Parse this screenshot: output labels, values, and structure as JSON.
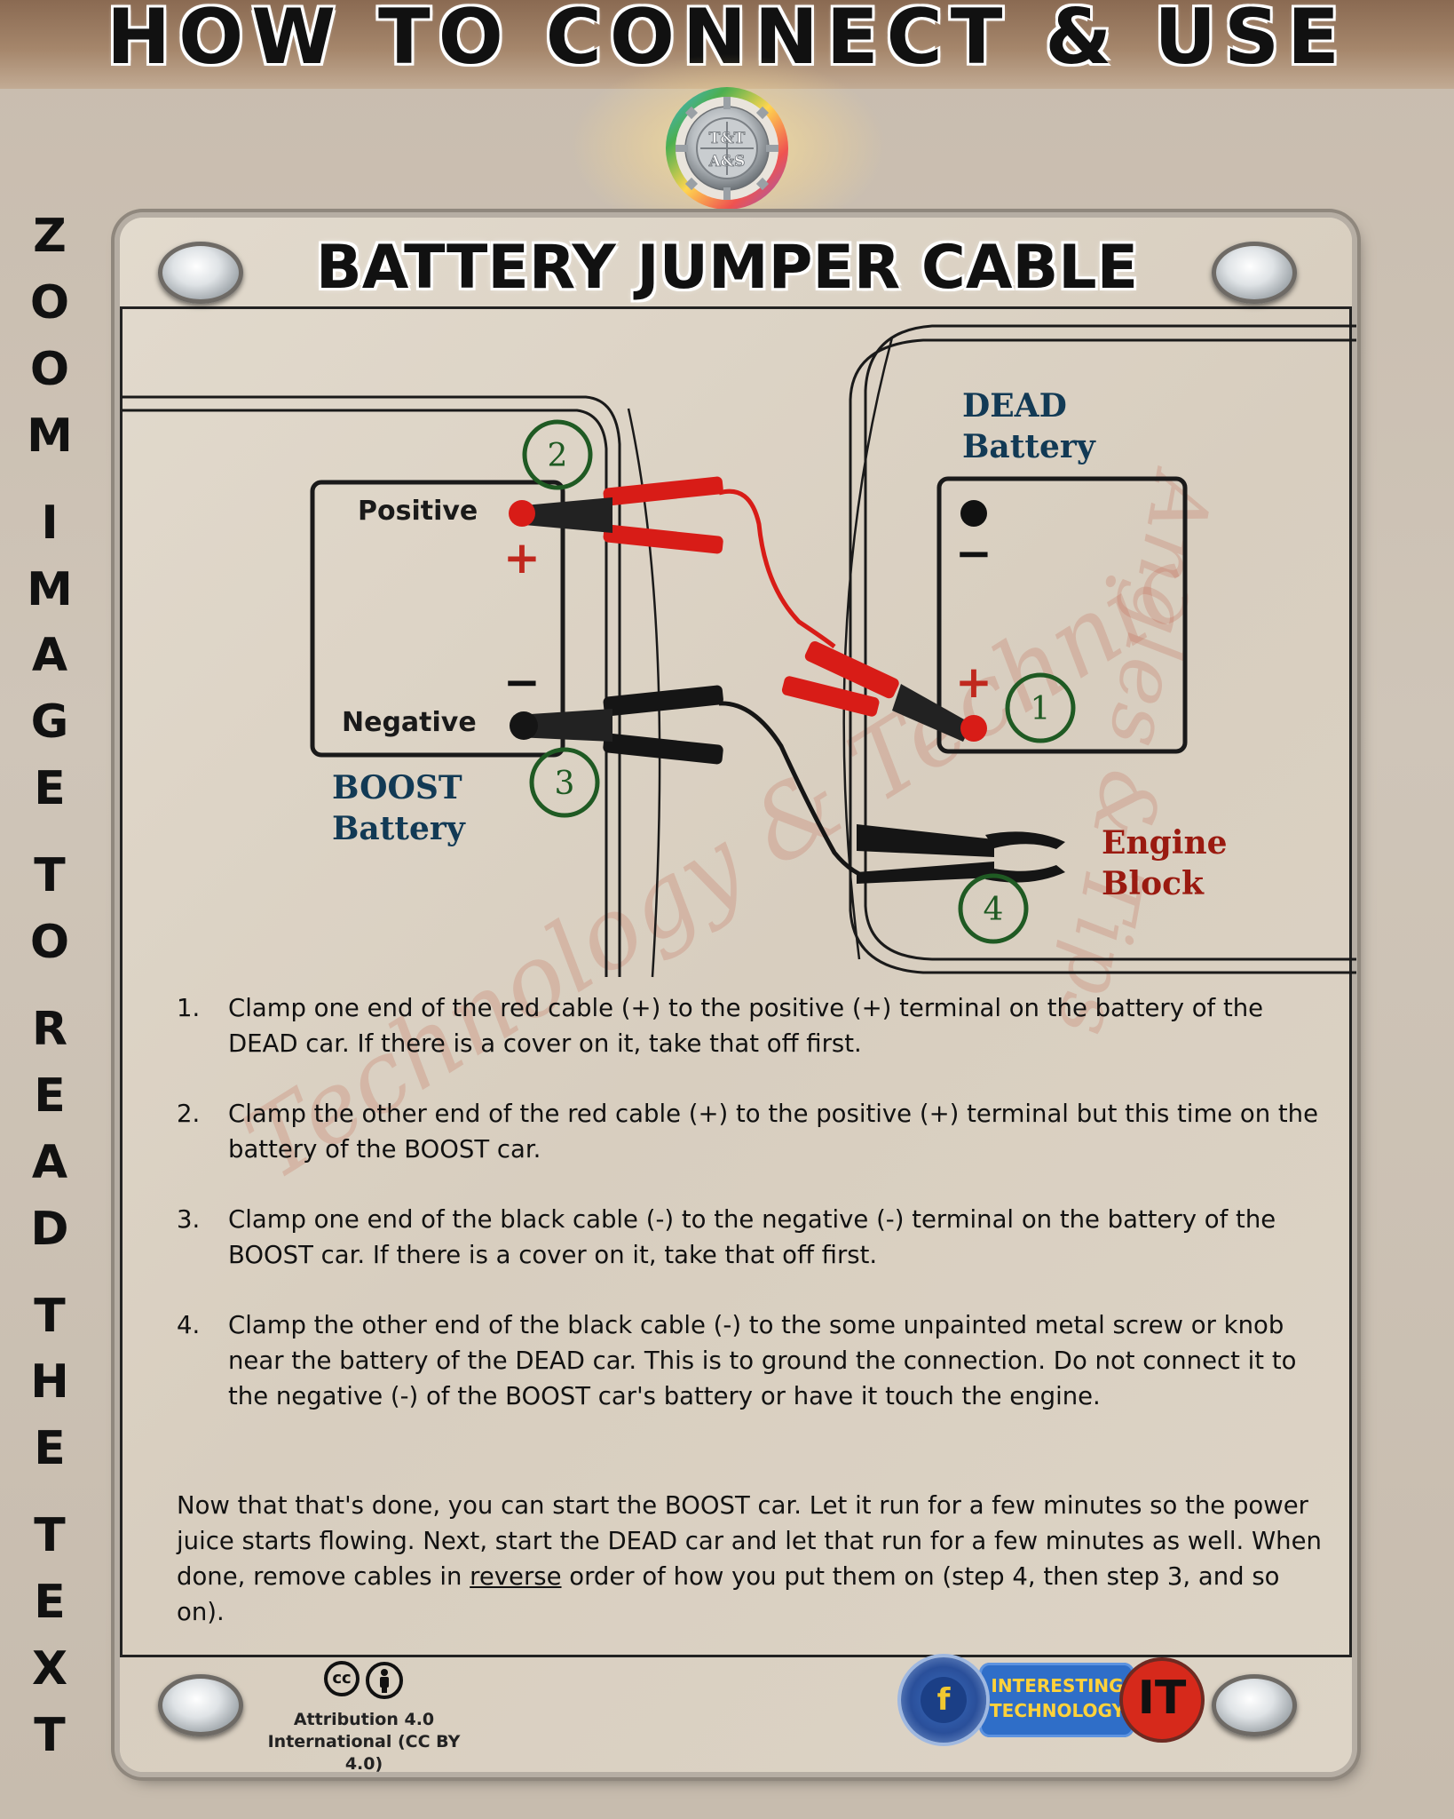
{
  "header": {
    "title": "HOW TO CONNECT & USE"
  },
  "side_text": [
    "Z",
    "O",
    "O",
    "M",
    "I",
    "M",
    "A",
    "G",
    "E",
    "T",
    "O",
    "R",
    "E",
    "A",
    "D",
    "T",
    "H",
    "E",
    "T",
    "E",
    "X",
    "T"
  ],
  "panel": {
    "title": "BATTERY JUMPER CABLE"
  },
  "diagram": {
    "boost_terminal_positive": "Positive",
    "boost_terminal_negative": "Negative",
    "plus_sign": "+",
    "minus_sign": "−",
    "boost_label_line1": "BOOST",
    "boost_label_line2": "Battery",
    "dead_label_line1": "DEAD",
    "dead_label_line2": "Battery",
    "engine_label_line1": "Engine",
    "engine_label_line2": "Block",
    "step_markers": [
      "1",
      "2",
      "3",
      "4"
    ],
    "colors": {
      "red_cable": "#d81c17",
      "black_cable": "#151515",
      "marker_green": "#1f5a23"
    }
  },
  "steps": [
    {
      "num": "1.",
      "text": "Clamp one end of the red cable (+) to the positive (+) terminal on the battery of the DEAD car. If there is a cover on it, take that off first."
    },
    {
      "num": "2.",
      "text": "Clamp the other end of the red cable (+) to the positive (+) terminal but this time on the battery of the BOOST car."
    },
    {
      "num": "3.",
      "text": "Clamp one end of the black cable (-) to the negative (-) terminal on the battery of the BOOST car. If there is a cover on it, take that off first."
    },
    {
      "num": "4.",
      "text": "Clamp the other end of the black cable (-) to the some unpainted metal screw or knob near the battery of the DEAD car. This is to ground the connection. Do not connect it to the negative (-) of the BOOST car's battery or have it touch the engine."
    }
  ],
  "closing": {
    "before": "Now that that's done, you can start the BOOST car. Let it run for a few minutes so the power juice starts flowing. Next, start the DEAD car and let that run for a few minutes as well. When done, remove cables in ",
    "underlined": "reverse",
    "after": " order of how you put them on (step 4, then step 3, and so on)."
  },
  "logo": {
    "text_top": "T&T",
    "text_bottom": "A&S"
  },
  "license": {
    "icon_cc": "cc",
    "line1": "Attribution 4.0",
    "line2": "International (CC BY 4.0)"
  },
  "badge": {
    "fb_letter": "f",
    "line1": "INTERESTING",
    "line2": "TECHNOLOGY",
    "logo_letters": "IT"
  },
  "watermark": [
    "Technology & Technic",
    "Angles & Tips"
  ]
}
